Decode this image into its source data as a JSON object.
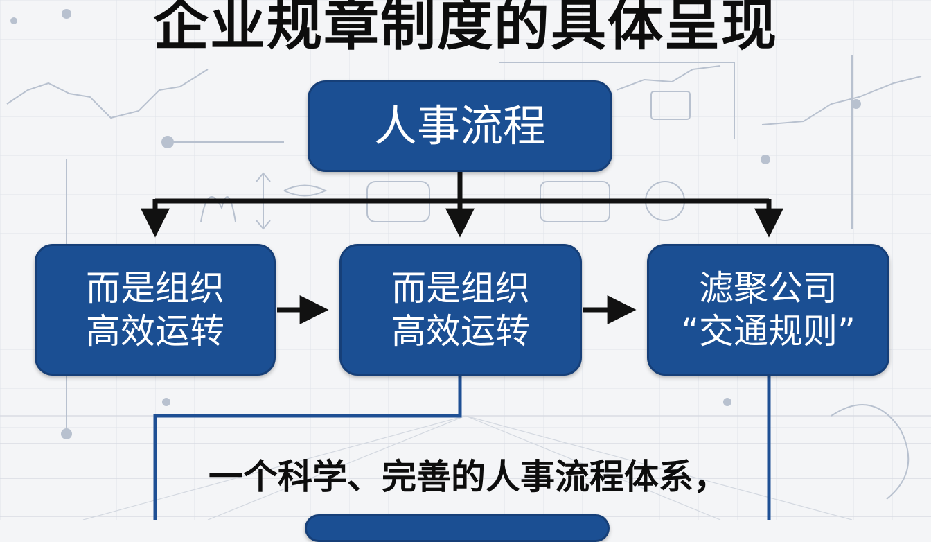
{
  "title": "企业规章制度的具体呈现",
  "top_box": {
    "label": "人事流程"
  },
  "mid_boxes": [
    {
      "line1": "而是组织",
      "line2": "高效运转"
    },
    {
      "line1": "而是组织",
      "line2": "高效运转"
    },
    {
      "line1": "滤聚公司",
      "line2": "“交通规则”"
    }
  ],
  "caption": "一个科学、完善的人事流程体系，",
  "colors": {
    "box_fill": "#1b4f93",
    "box_border": "#163f78",
    "arrow": "#111111",
    "connector_blue": "#1e4f94",
    "background": "#f4f5f7"
  }
}
